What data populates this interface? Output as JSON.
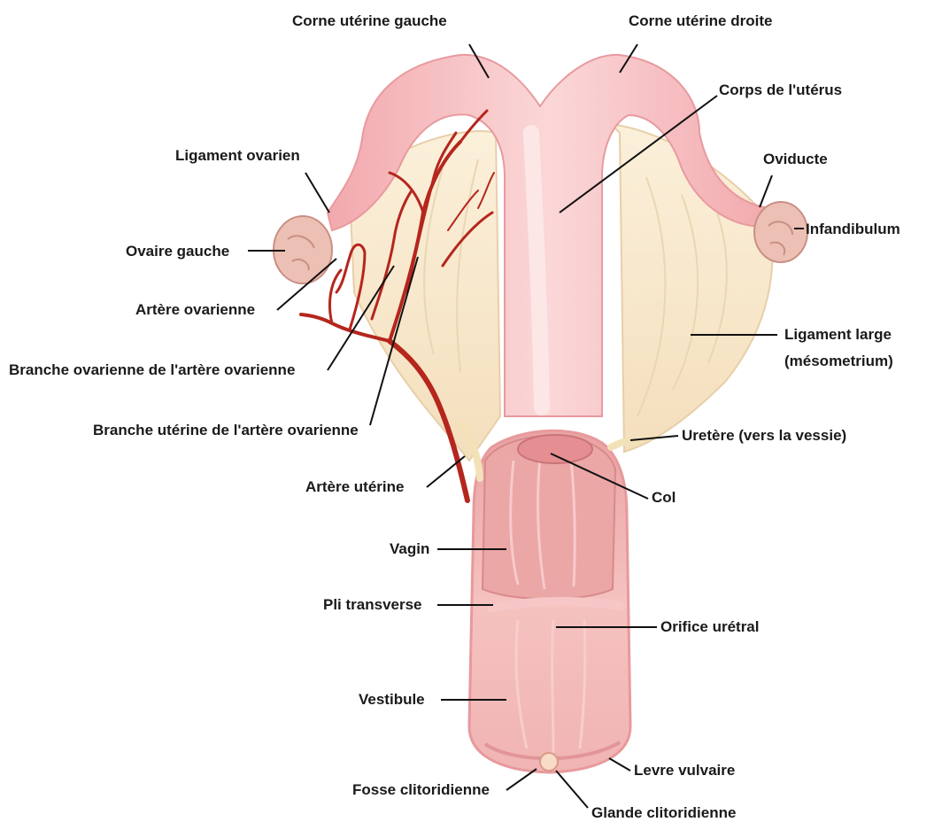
{
  "labels": {
    "corne_gauche": "Corne utérine gauche",
    "corne_droite": "Corne utérine droite",
    "corps_uterus": "Corps de l'utérus",
    "ligament_ovarien": "Ligament ovarien",
    "oviducte": "Oviducte",
    "ovaire_gauche": "Ovaire gauche",
    "infandibulum": "Infandibulum",
    "artere_ovarienne": "Artère ovarienne",
    "ligament_large_1": "Ligament large",
    "ligament_large_2": "(mésometrium)",
    "branche_ovarienne": "Branche ovarienne de l'artère ovarienne",
    "branche_uterine": "Branche utérine de l'artère ovarienne",
    "uretere": "Uretère (vers la vessie)",
    "artere_uterine": "Artère utérine",
    "col": "Col",
    "vagin": "Vagin",
    "pli_transverse": "Pli transverse",
    "orifice_uretral": "Orifice urétral",
    "vestibule": "Vestibule",
    "levre_vulvaire": "Levre vulvaire",
    "fosse_clitoridienne": "Fosse clitoridienne",
    "glande_clitoridienne": "Glande clitoridienne"
  },
  "colors": {
    "uterus": "#f4b8b8",
    "uterus_light": "#fbdada",
    "ligament": "#f8ead0",
    "artery": "#b5261d",
    "ovary": "#ecc0b4",
    "leader": "#111111"
  }
}
